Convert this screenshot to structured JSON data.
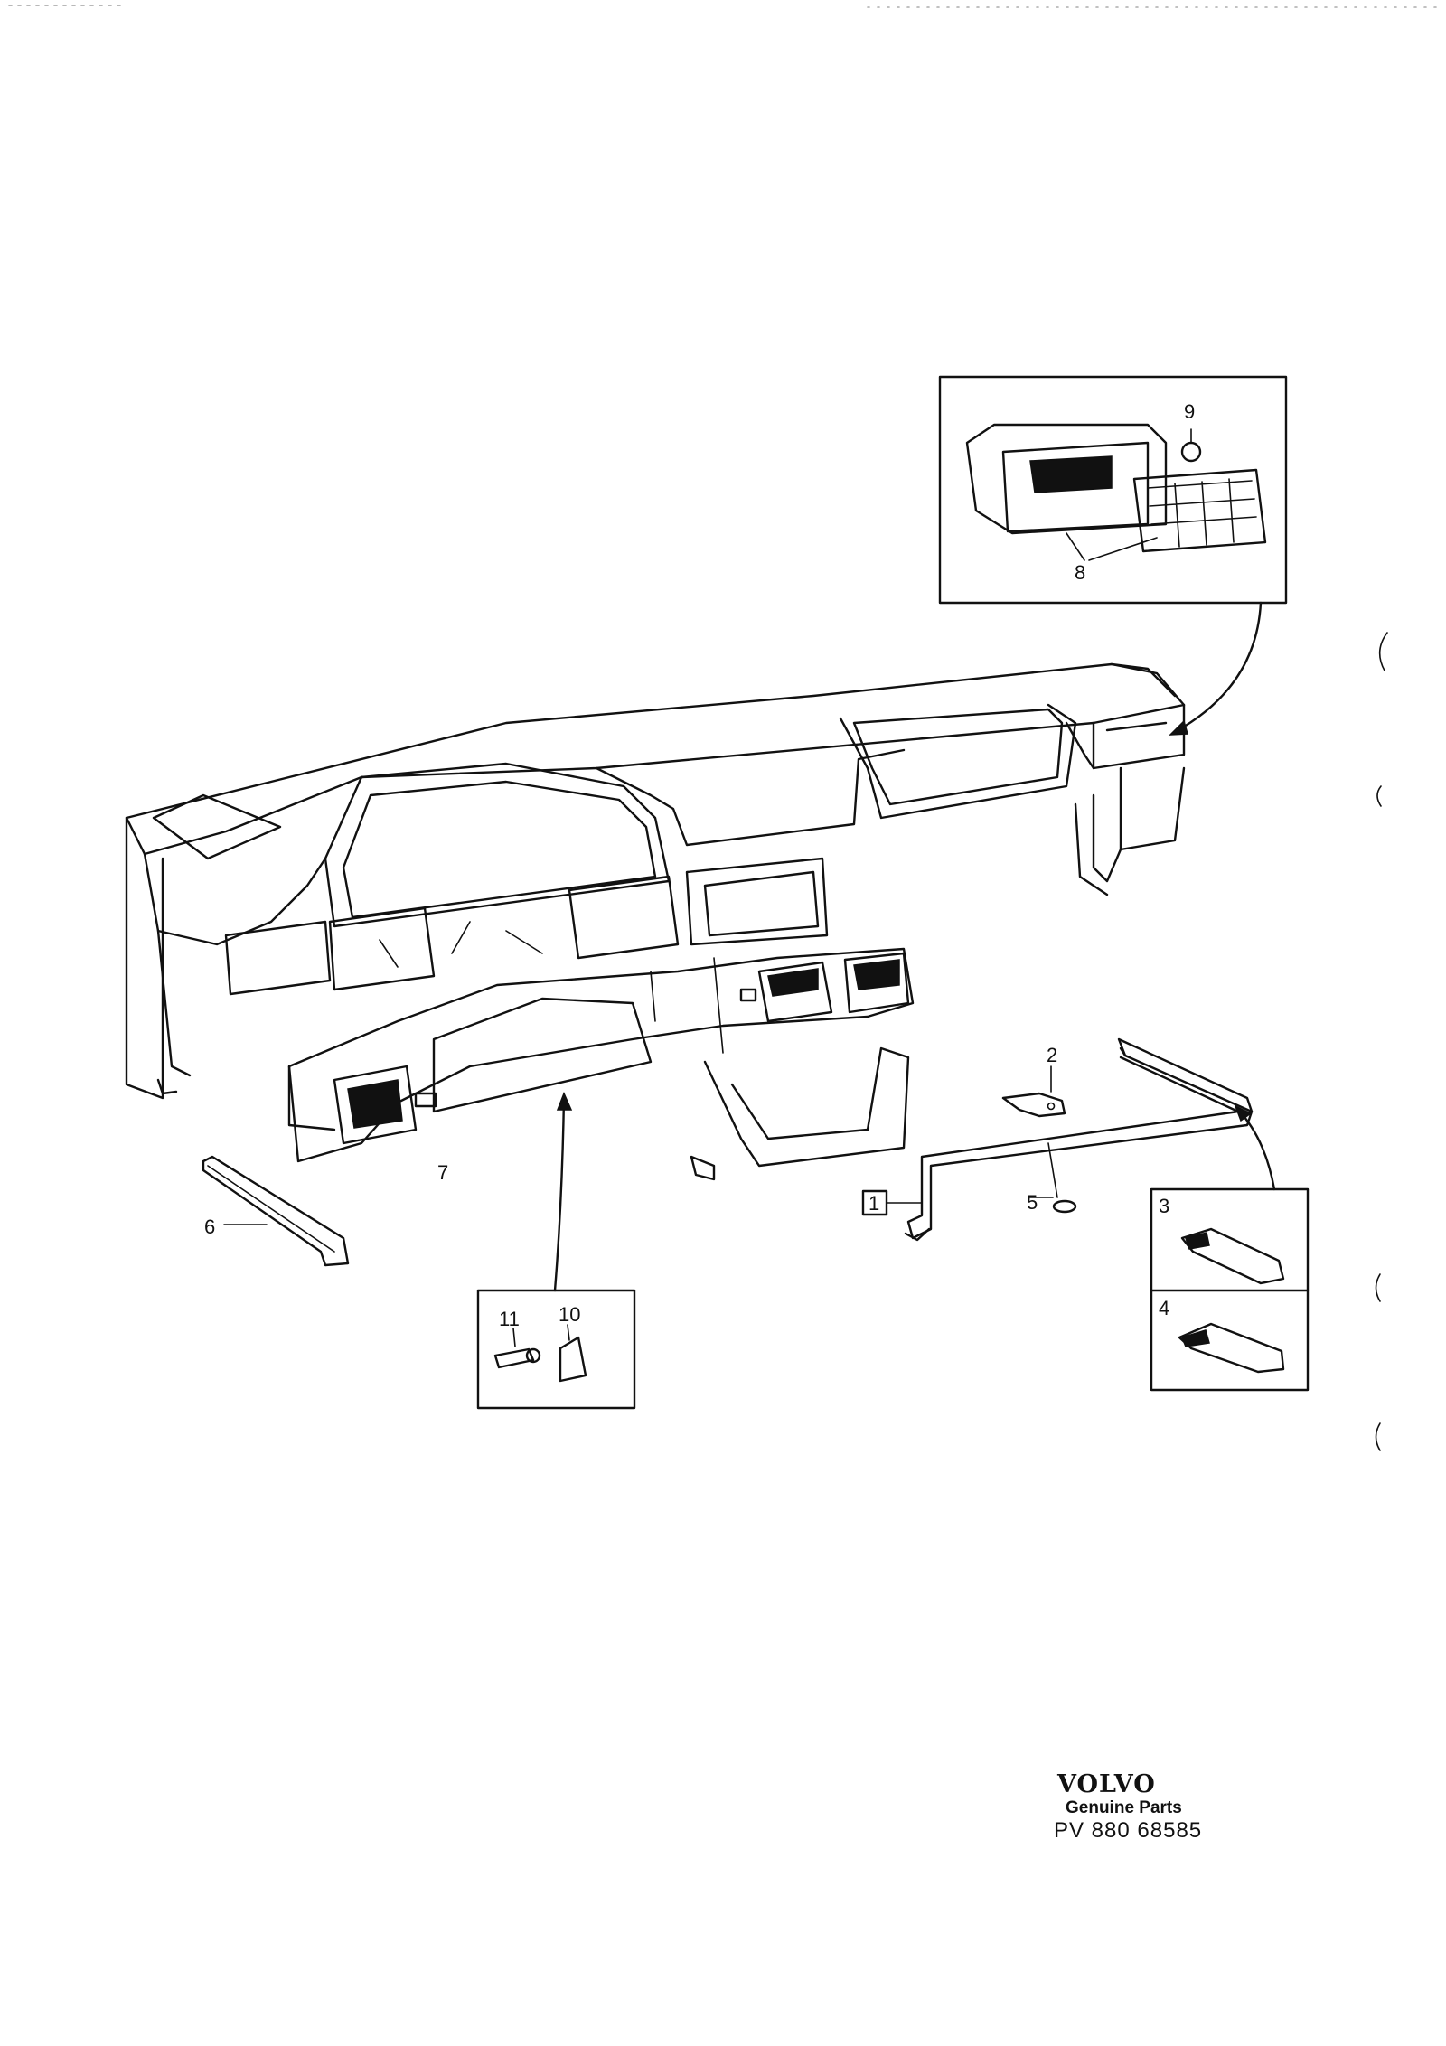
{
  "diagram": {
    "callouts": [
      "1",
      "2",
      "3",
      "4",
      "5",
      "6",
      "7",
      "8",
      "9",
      "10",
      "11"
    ]
  },
  "brand": {
    "logo": "VOLVO",
    "tagline": "Genuine Parts",
    "code": "PV 880 68585"
  }
}
